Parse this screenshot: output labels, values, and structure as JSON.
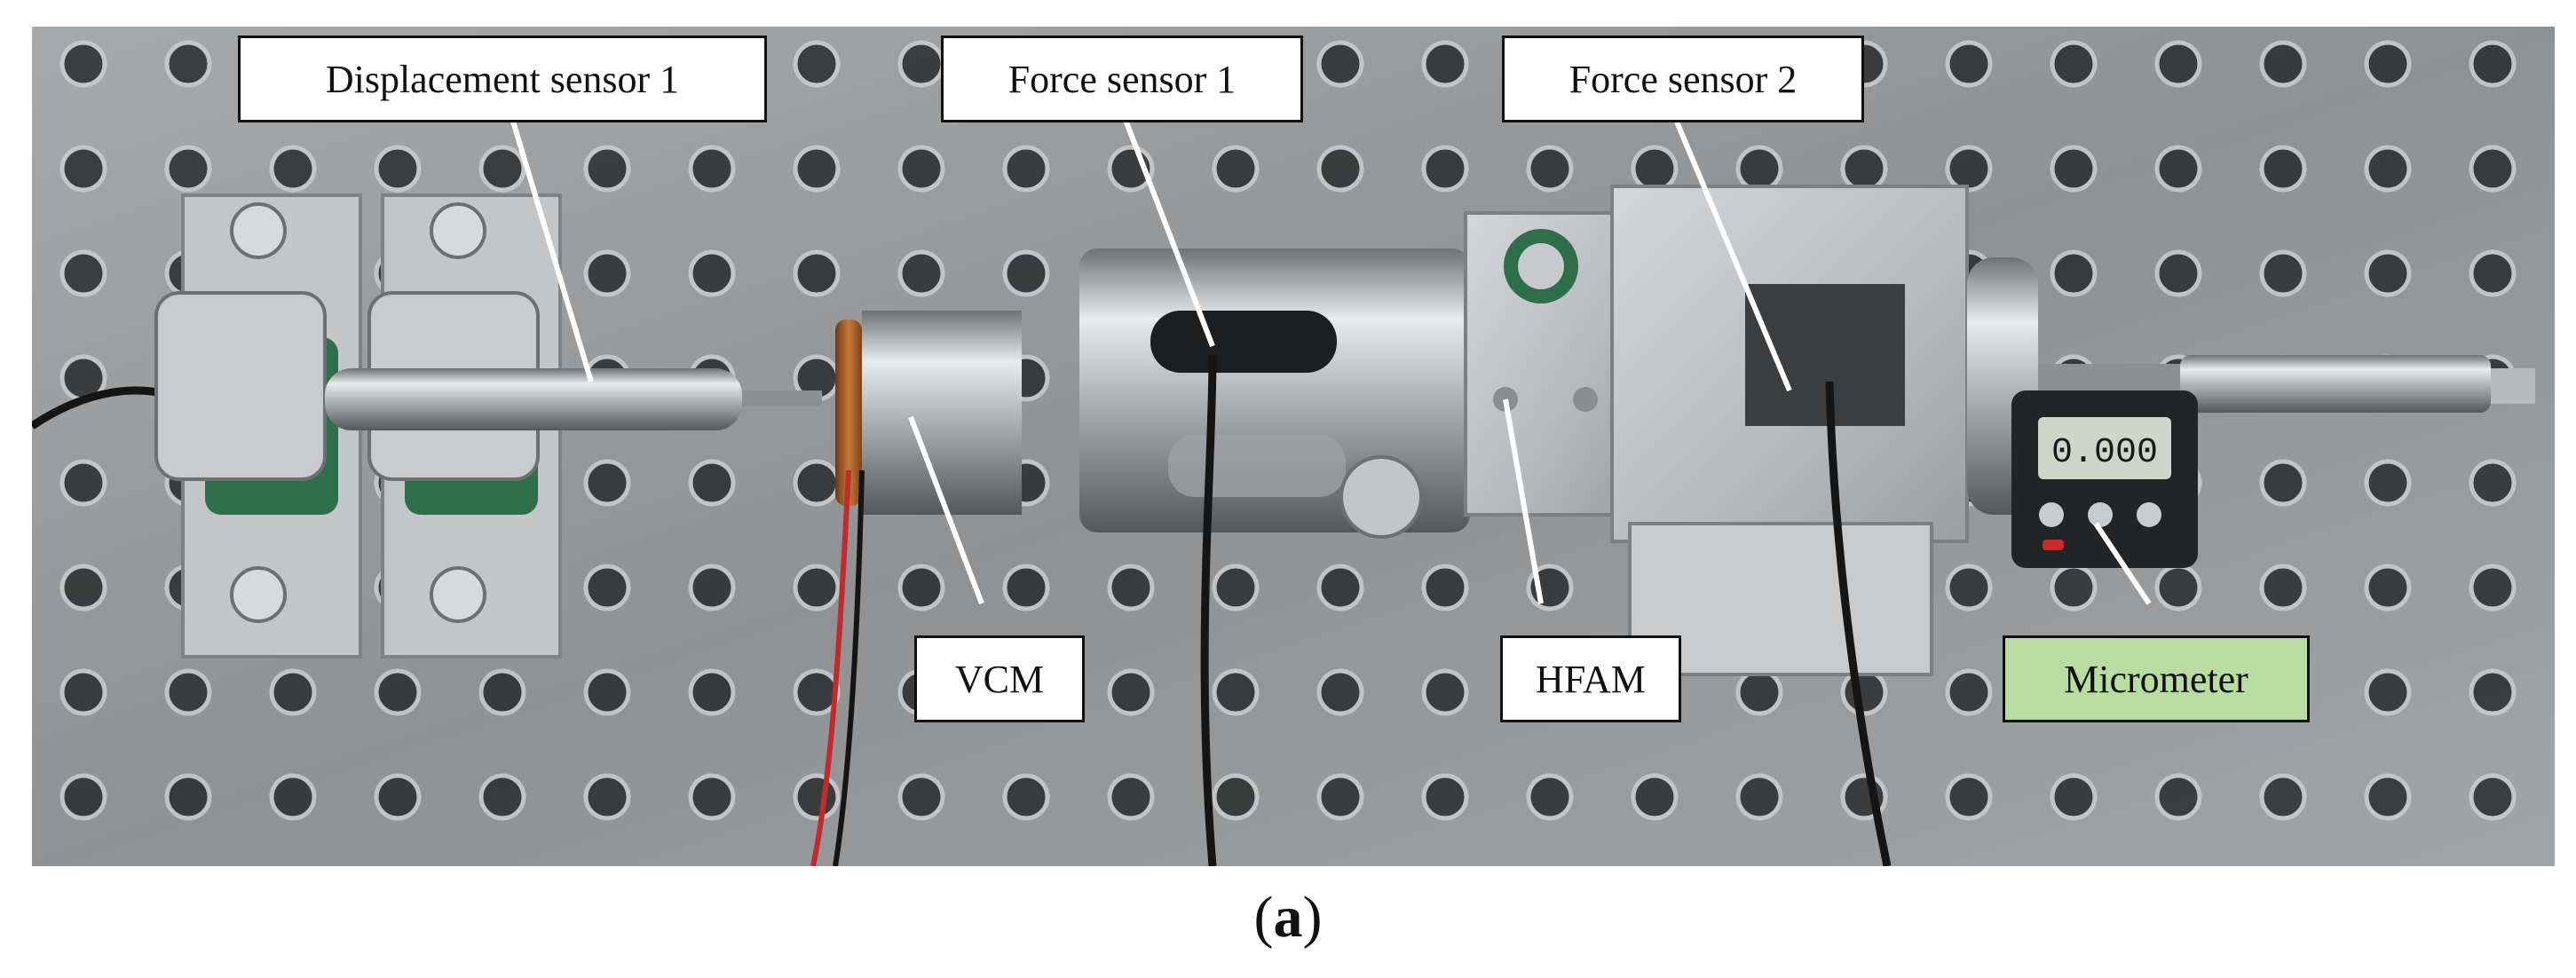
{
  "labels": {
    "displacement_sensor_1": "Displacement sensor 1",
    "force_sensor_1": "Force sensor 1",
    "force_sensor_2": "Force sensor 2",
    "vcm": "VCM",
    "hfam": "HFAM",
    "micrometer": "Micrometer"
  },
  "micrometer_display": "0.000",
  "caption": {
    "open": "(",
    "letter": "a",
    "close": ")"
  },
  "colors": {
    "plate": "#9a9c9e",
    "callout_fill": "#ffffff",
    "micrometer_label_fill": "#b9dca2",
    "coil": "#b8682a",
    "clamp_green": "#2f6e4a"
  },
  "icons": [
    "perforated-breadboard",
    "clamp-block",
    "sensor-probe",
    "voice-coil-motor",
    "cable",
    "micrometer-head"
  ]
}
